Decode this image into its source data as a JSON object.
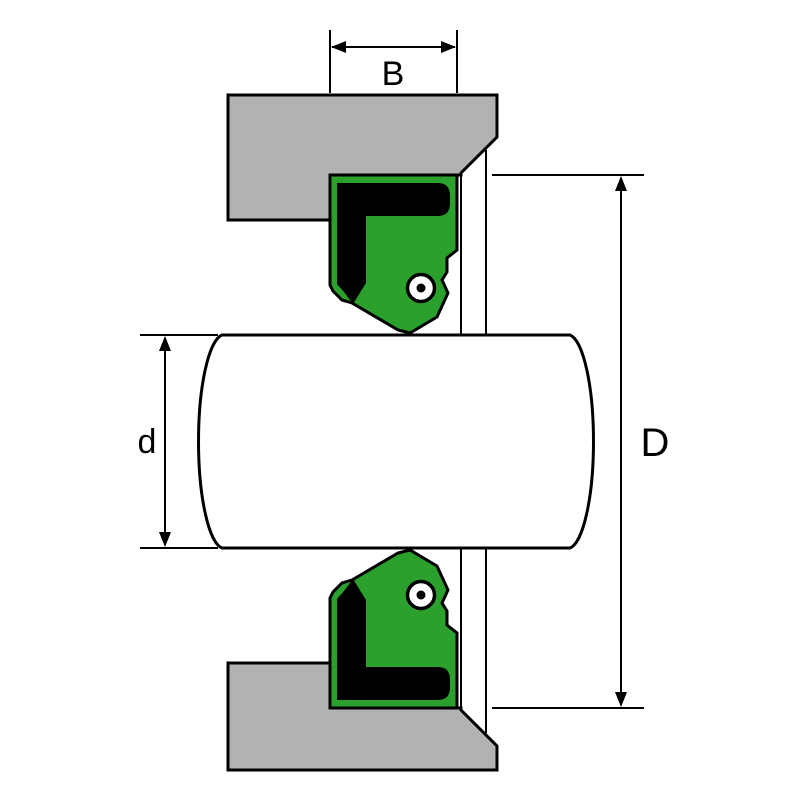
{
  "diagram": {
    "type": "rotary-shaft-seal-cross-section",
    "dimensions": {
      "width_label": "B",
      "shaft_diameter_label": "d",
      "bore_diameter_label": "D"
    },
    "colors": {
      "housing_gray": "#b2b2b2",
      "seal_green": "#2ca02c",
      "lip_black": "#000000",
      "shaft_white": "#ffffff",
      "line_black": "#000000",
      "background": "#ffffff"
    }
  }
}
